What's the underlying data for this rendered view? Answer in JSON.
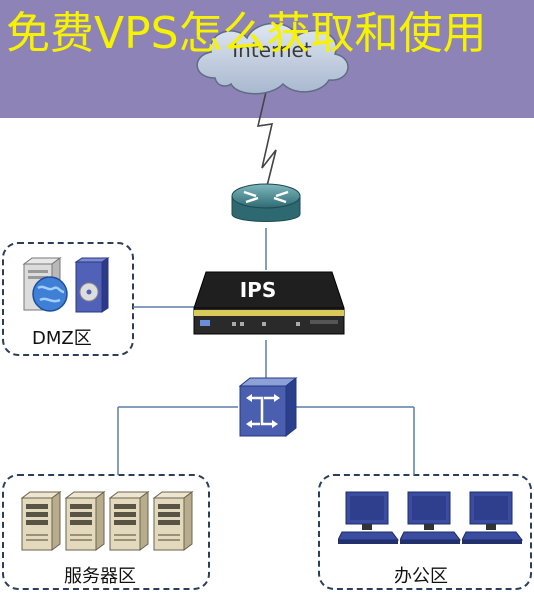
{
  "title": "免费VPS怎么获取和使用",
  "cloud_label": "Internet",
  "device_label_ips": "IPS",
  "zones": {
    "dmz": "DMZ区",
    "servers": "服务器区",
    "office": "办公区"
  },
  "colors": {
    "header_band": "#8e83b6",
    "title": "#f6f200",
    "zone_border": "#2b3f5c",
    "link_line": "#5b7fa8"
  }
}
